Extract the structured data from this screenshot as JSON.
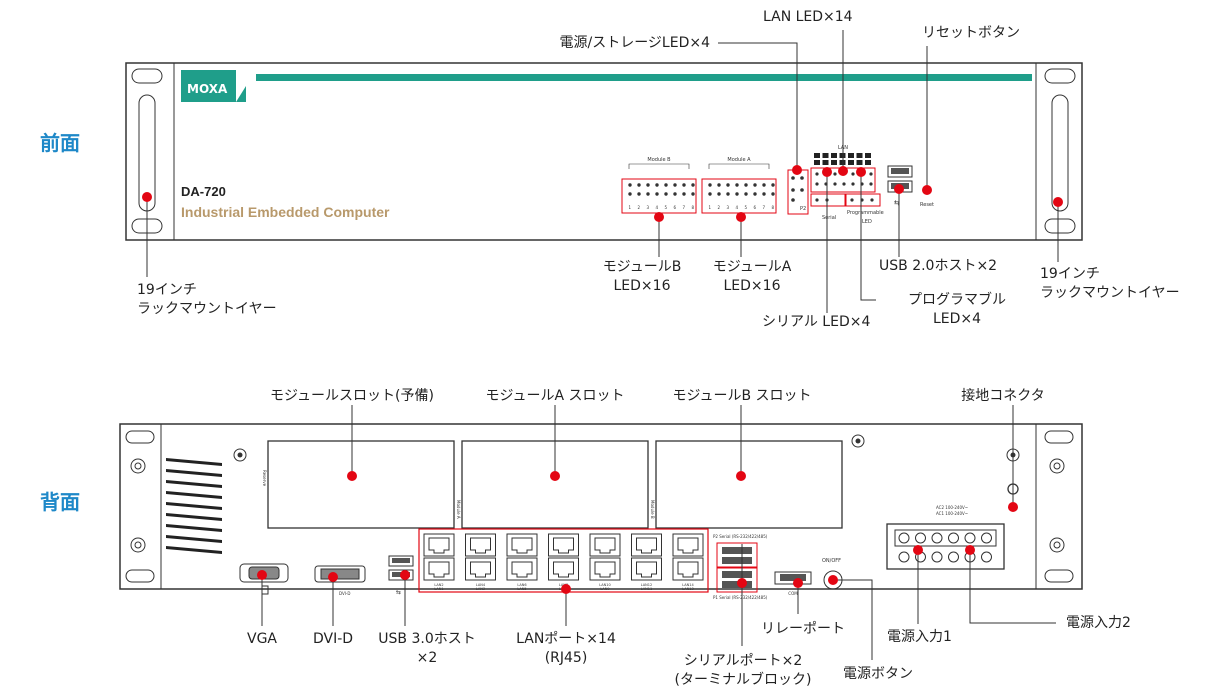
{
  "sections": {
    "front": "前面",
    "back": "背面"
  },
  "front": {
    "brand": "MOXA",
    "model": "DA-720",
    "subtitle": "Industrial Embedded Computer",
    "panel_module_b": "Module B",
    "panel_module_a": "Module A",
    "panel_lan": "LAN",
    "panel_reset": "Reset",
    "panel_serial": "Serial",
    "panel_prog": "Programmable",
    "panel_led": "LED",
    "panel_p2": "P2",
    "led_numbers": [
      "1",
      "2",
      "3",
      "4",
      "5",
      "6",
      "7",
      "8"
    ]
  },
  "back": {
    "slot_reserve": "Reserve",
    "slot_a": "Module A",
    "slot_b": "Module B",
    "serial_top": "P2 Serial (RS-232/422/485)",
    "serial_bottom": "P1 Serial (RS-232/422/485)",
    "com": "COM",
    "onoff": "ON/OFF",
    "dvi": "DVI-D",
    "ac_line1": "AC2 100-240V~",
    "ac_line2": "AC1 100-240V~",
    "lan_top": [
      "LAN2",
      "LAN4",
      "LAN6",
      "LAN8",
      "LAN10",
      "LAN12",
      "LAN14"
    ],
    "lan_bottom": [
      "LAN1",
      "LAN3",
      "LAN5",
      "LAN7",
      "LAN9",
      "LAN11",
      "LAN13"
    ]
  },
  "labels": {
    "front_power_storage": "電源/ストレージLED×4",
    "front_lan_led": "LAN LED×14",
    "front_reset": "リセットボタン",
    "front_ear_left_1": "19インチ",
    "front_ear_left_2": "ラックマウントイヤー",
    "front_ear_right_1": "19インチ",
    "front_ear_right_2": "ラックマウントイヤー",
    "front_module_b_1": "モジュールB",
    "front_module_b_2": "LED×16",
    "front_module_a_1": "モジュールA",
    "front_module_a_2": "LED×16",
    "front_usb": "USB 2.0ホスト×2",
    "front_prog_1": "プログラマブル",
    "front_prog_2": "LED×4",
    "front_serial_led": "シリアル LED×4",
    "back_slot_reserve": "モジュールスロット(予備)",
    "back_slot_a": "モジュールA スロット",
    "back_slot_b": "モジュールB スロット",
    "back_ground": "接地コネクタ",
    "back_vga": "VGA",
    "back_dvi": "DVI-D",
    "back_usb_1": "USB 3.0ホスト",
    "back_usb_2": "×2",
    "back_lan_1": "LANポート×14",
    "back_lan_2": "(RJ45)",
    "back_relay": "リレーポート",
    "back_power1": "電源入力1",
    "back_power2": "電源入力2",
    "back_serial_1": "シリアルポート×2",
    "back_serial_2": "(ターミナルブロック)",
    "back_power_button": "電源ボタン"
  },
  "colors": {
    "accent_marker": "#e30613",
    "brand_bar": "#1f9e8a",
    "section_title": "#1e88c8",
    "model_gold": "#b8996b"
  }
}
